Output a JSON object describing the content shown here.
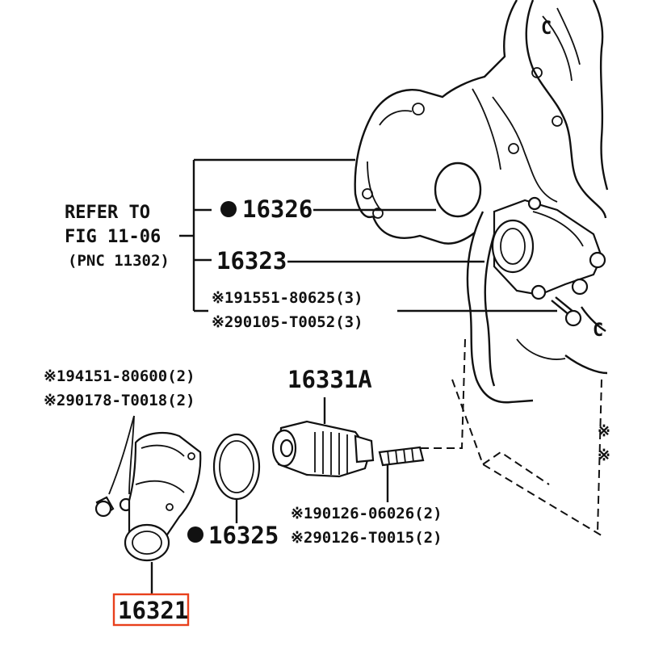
{
  "reference": {
    "line1": "REFER TO",
    "line2": "FIG 11-06",
    "line3": "(PNC 11302)"
  },
  "parts": {
    "p16326": "16326",
    "p16323": "16323",
    "bolt_a1": "※191551-80625(3)",
    "bolt_a2": "※290105-T0052(3)",
    "bolt_b1": "※194151-80600(2)",
    "bolt_b2": "※290178-T0018(2)",
    "p16331A": "16331A",
    "p16325": "16325",
    "stud1": "※190126-06026(2)",
    "stud2": "※290126-T0015(2)",
    "p16321": "16321"
  },
  "markers": {
    "c_glyph": "C",
    "partial_mark": "※"
  },
  "colors": {
    "line": "#111111",
    "highlight": "#e8401c",
    "background": "#ffffff"
  }
}
